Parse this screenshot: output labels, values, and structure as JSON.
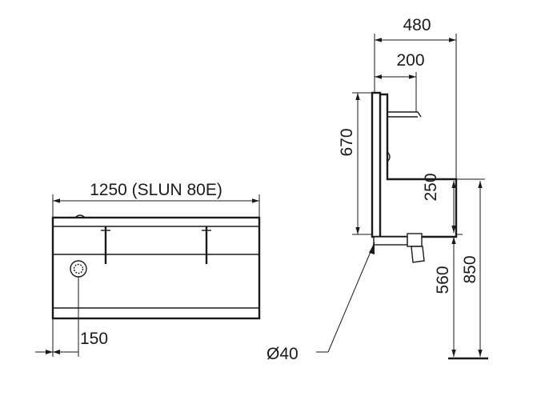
{
  "front_view": {
    "width_label": "1250 (SLUN 80E)",
    "offset_label": "150"
  },
  "side_view": {
    "depth_label": "480",
    "shelf_label": "200",
    "panel_height_label": "670",
    "basin_height_label": "250",
    "rim_height_label": "560",
    "total_height_label": "850",
    "pipe_diameter_label": "Ø40"
  }
}
